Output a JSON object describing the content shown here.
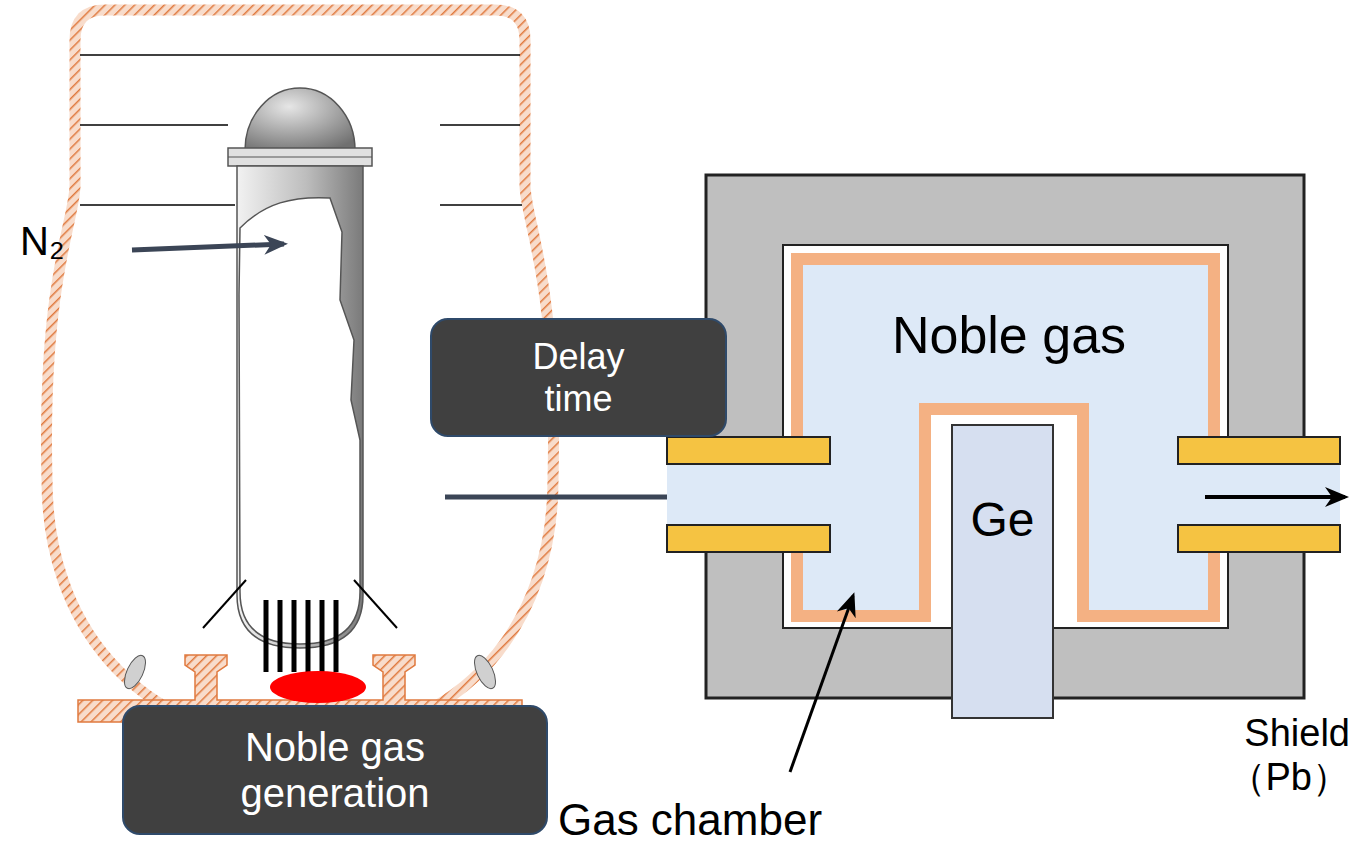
{
  "diagram": {
    "nodes": [
      {
        "text": [
          "Delay time"
        ]
      },
      {
        "text": [
          "Noble gas generation"
        ]
      },
      {
        "text": [
          "Noble gas"
        ]
      },
      {
        "text": [
          "Ge"
        ]
      }
    ],
    "labels": [
      "N₂",
      "Gas chamber",
      "Shield （Pb）"
    ]
  }
}
